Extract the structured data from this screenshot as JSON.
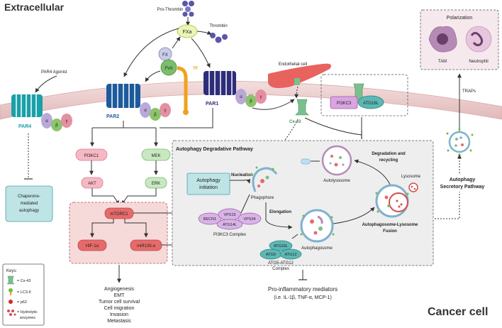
{
  "headers": {
    "extracellular": "Extracellular",
    "cancer_cell": "Cancer cell"
  },
  "coagulation": {
    "pro_thrombin": "Pro-Thrombin",
    "thrombin": "Thrombin",
    "fxa": "FXa",
    "fx": "FX",
    "fvii": "FVII",
    "tf": "TF"
  },
  "receptors": {
    "par4_agonist": "PAR4 Agonist",
    "par4": "PAR4",
    "par2": "PAR2",
    "par1": "PAR1",
    "alpha": "α",
    "beta": "β",
    "gamma": "γ"
  },
  "endothelial": {
    "endothelial_cell": "Endothelial cell",
    "cx43": "Cx-43",
    "pi3kc3": "PI3KC3",
    "atg16l": "ATG16L"
  },
  "polarization": {
    "title": "Polarization",
    "tam": "TAM",
    "neutrophil": "Neutrophil",
    "traps": "TRAPs"
  },
  "signaling": {
    "pi3kc1": "PI3KC1",
    "akt": "AKT",
    "mek": "MEK",
    "erk": "ERK",
    "mtorc1": "mTORC1",
    "hif": "HIF-1α",
    "mir": "miR135-a",
    "chaperone": [
      "Chaperone-",
      "mediated",
      "autophagy"
    ]
  },
  "outcomes": [
    "Angiogenesis",
    "EMT",
    "Tumor cell survival",
    "Cell migration",
    "Invasion",
    "Metastasis"
  ],
  "autophagy": {
    "title": "Autophagy Degradative Pathway",
    "initiation": [
      "Autophagy",
      "initiation"
    ],
    "nucleation": "Nucleation",
    "phagophore": "Phagophore",
    "elongation": "Elongation",
    "autophagosome": "Autophagosome",
    "autolysosome": "Autolysosome",
    "lysosome": "Lysosome",
    "degradation": [
      "Degradation and",
      "recycling"
    ],
    "fusion": [
      "Autophagosome-Lysosome",
      "Fusion"
    ],
    "secretory": [
      "Autophagy",
      "Secretory Pathway"
    ],
    "pi3kc3_complex": {
      "becn1": "BECN1",
      "vps15": "VPS15",
      "vps34": "VPS34",
      "atg14l": "ATG14L",
      "label": "PI3KC3 Complex"
    },
    "atg_complex": {
      "atg16l": "ATG16L",
      "atg5": "ATG5",
      "atg12": "ATG12",
      "label": [
        "ATG5-ATG12",
        "Complex"
      ]
    }
  },
  "mediators": {
    "title": "Pro-inflammatory mediators",
    "examples": "(i.e. IL-1β, TNF-α, MCP-1)"
  },
  "keys": {
    "title": "Keys:",
    "items": [
      "= Cx-43",
      "= LC3-II",
      "= p62",
      "= Hydrolytic",
      "enzymes"
    ]
  },
  "colors": {
    "membrane": "#e9c9c9",
    "par4": "#1aa0a8",
    "par2": "#1d5a9c",
    "par1": "#2e2d7a",
    "tf": "#f0a21c",
    "node_pink": "#f6b9c4",
    "node_green": "#c8e8c0",
    "teal_box": "#bfe4e6",
    "complex_purple": "#d8b4e6",
    "complex_teal": "#5cb8b5",
    "mtor_red": "#e66a6a"
  }
}
